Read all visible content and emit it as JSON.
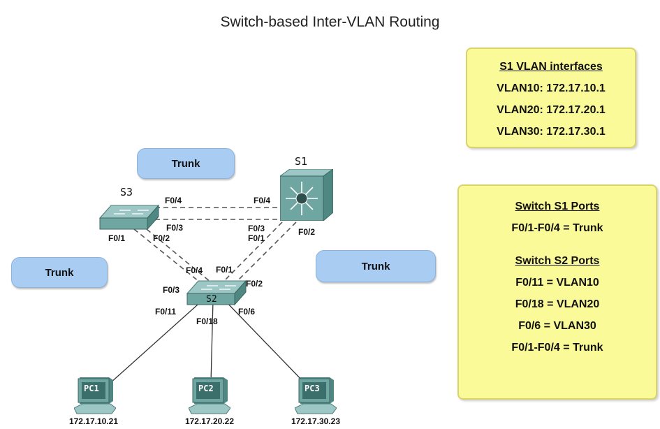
{
  "title": "Switch-based Inter-VLAN Routing",
  "trunk_labels": {
    "top": "Trunk",
    "left": "Trunk",
    "right": "Trunk"
  },
  "devices": {
    "s1": "S1",
    "s2": "S2",
    "s3": "S3",
    "pc1": "PC1",
    "pc2": "PC2",
    "pc3": "PC3"
  },
  "ips": {
    "pc1": "172.17.10.21",
    "pc2": "172.17.20.22",
    "pc3": "172.17.30.23"
  },
  "ports": {
    "s3_f04": "F0/4",
    "s3_f03": "F0/3",
    "s3_f01": "F0/1",
    "s3_f02": "F0/2",
    "s1_f04": "F0/4",
    "s1_f03": "F0/3",
    "s1_f01": "F0/1",
    "s1_f02": "F0/2",
    "s2_f04": "F0/4",
    "s2_f01": "F0/1",
    "s2_f03": "F0/3",
    "s2_f02": "F0/2",
    "s2_f011": "F0/11",
    "s2_f018": "F0/18",
    "s2_f06": "F0/6"
  },
  "s1_vlan_box": {
    "header": "S1 VLAN interfaces",
    "lines": [
      "VLAN10: 172.17.10.1",
      "VLAN20: 172.17.20.1",
      "VLAN30: 172.17.30.1"
    ]
  },
  "ports_box": {
    "s1_header": "Switch S1 Ports",
    "s1_lines": [
      "F0/1-F0/4 = Trunk"
    ],
    "s2_header": "Switch S2 Ports",
    "s2_lines": [
      "F0/11 = VLAN10",
      "F0/18 = VLAN20",
      "F0/6 = VLAN30",
      "F0/1-F0/4 = Trunk"
    ]
  }
}
